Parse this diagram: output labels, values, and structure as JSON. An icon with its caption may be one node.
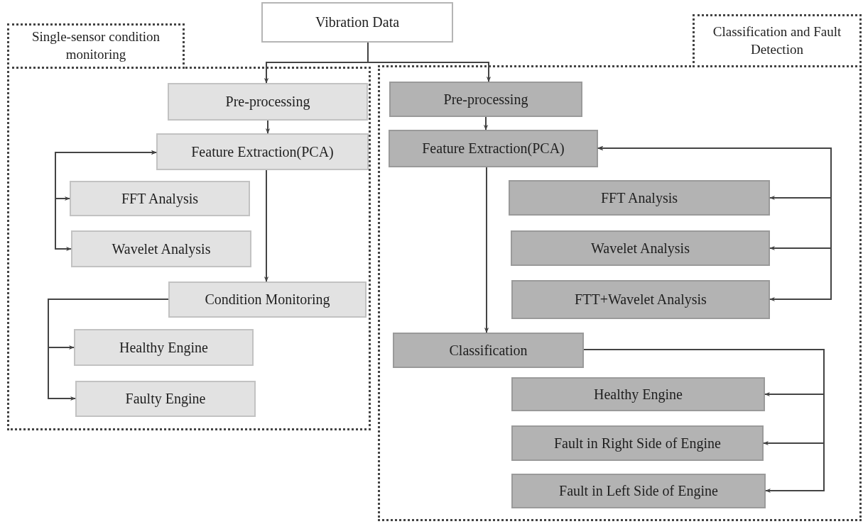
{
  "diagram": {
    "nodes": [
      {
        "text": [
          "Vibration Data"
        ]
      },
      {
        "text": [
          "Single-sensor condition monitoring"
        ]
      },
      {
        "text": [
          "Pre-processing"
        ],
        "in": 1
      },
      {
        "text": [
          "Feature Extraction(PCA)"
        ],
        "in": 1
      },
      {
        "text": [
          "FFT Analysis"
        ],
        "in": 1
      },
      {
        "text": [
          "Wavelet Analysis"
        ],
        "in": 1
      },
      {
        "text": [
          "Condition Monitoring"
        ],
        "in": 1
      },
      {
        "text": [
          "Healthy Engine"
        ],
        "in": 1
      },
      {
        "text": [
          "Faulty Engine"
        ],
        "in": 1
      },
      {
        "text": [
          "Classification and Fault Detection"
        ]
      },
      {
        "text": [
          "Pre-processing"
        ],
        "in": 9
      },
      {
        "text": [
          "Feature Extraction(PCA)"
        ],
        "in": 9
      },
      {
        "text": [
          "FFT Analysis"
        ],
        "in": 9
      },
      {
        "text": [
          "Wavelet Analysis"
        ],
        "in": 9
      },
      {
        "text": [
          "FTT+Wavelet Analysis"
        ],
        "in": 9
      },
      {
        "text": [
          "Classification"
        ],
        "in": 9
      },
      {
        "text": [
          "Healthy Engine"
        ],
        "in": 9
      },
      {
        "text": [
          "Fault in Right Side of Engine"
        ],
        "in": 9
      },
      {
        "text": [
          "Fault in Left Side of Engine"
        ],
        "in": 9
      }
    ],
    "edges": [
      {
        "from": 0,
        "to": 2,
        "arrow": "to"
      },
      {
        "from": 0,
        "to": 10,
        "arrow": "to"
      },
      {
        "from": 2,
        "to": 3,
        "arrow": "to"
      },
      {
        "from": 3,
        "to": 4,
        "arrow": "both"
      },
      {
        "from": 3,
        "to": 5,
        "arrow": "both"
      },
      {
        "from": 3,
        "to": 6,
        "arrow": "to"
      },
      {
        "from": 6,
        "to": 7,
        "arrow": "to"
      },
      {
        "from": 6,
        "to": 8,
        "arrow": "to"
      },
      {
        "from": 10,
        "to": 11,
        "arrow": "to"
      },
      {
        "from": 11,
        "to": 12,
        "arrow": "both"
      },
      {
        "from": 11,
        "to": 13,
        "arrow": "both"
      },
      {
        "from": 11,
        "to": 14,
        "arrow": "both"
      },
      {
        "from": 11,
        "to": 15,
        "arrow": "to"
      },
      {
        "from": 15,
        "to": 16,
        "arrow": "to"
      },
      {
        "from": 15,
        "to": 17,
        "arrow": "to"
      },
      {
        "from": 15,
        "to": 18,
        "arrow": "to"
      }
    ]
  }
}
